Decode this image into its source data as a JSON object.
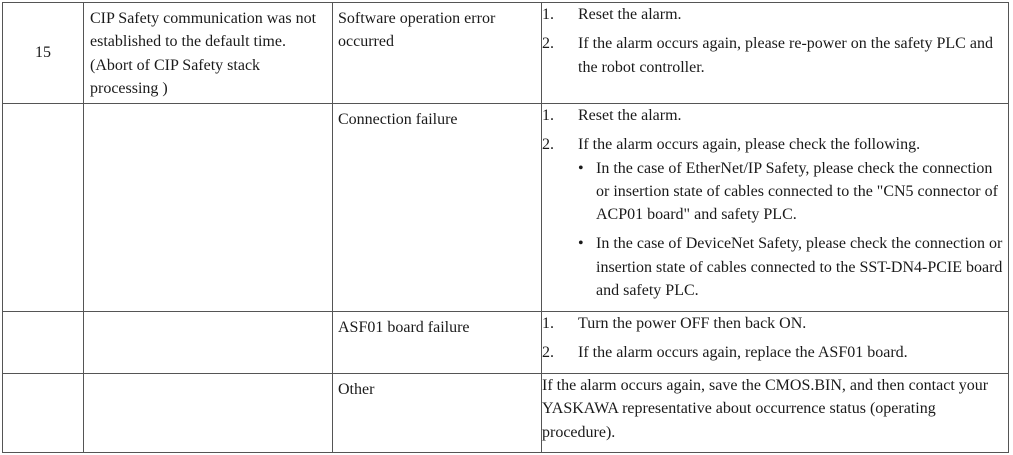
{
  "alarm": {
    "number": "15",
    "cause": "CIP Safety communication was not established to the default time.(Abort of CIP Safety stack processing )",
    "rows": [
      {
        "detail": "Software operation error occurred",
        "steps": [
          {
            "num": "1.",
            "text": "Reset the alarm."
          },
          {
            "num": "2.",
            "text": "If the alarm occurs again, please re-power on the safety PLC and the robot controller."
          }
        ]
      },
      {
        "detail": "Connection failure",
        "steps": [
          {
            "num": "1.",
            "text": "Reset the alarm."
          },
          {
            "num": "2.",
            "text": "If the alarm occurs again, please check the following."
          }
        ],
        "bullets": [
          {
            "mark": "•",
            "text": "In the case of EtherNet/IP Safety, please check the connection or insertion state of cables connected to the \"CN5 connector of ACP01 board\" and safety PLC."
          },
          {
            "mark": "•",
            "text": "In the case of DeviceNet Safety, please check the connection or insertion state of cables connected to the SST-DN4-PCIE board and safety PLC."
          }
        ]
      },
      {
        "detail": "ASF01 board failure",
        "steps": [
          {
            "num": "1.",
            "text": "Turn the power OFF then back ON."
          },
          {
            "num": "2.",
            "text": "If the alarm occurs again, replace the ASF01 board."
          }
        ]
      },
      {
        "detail": "Other",
        "remedy": "If the alarm occurs again, save the CMOS.BIN, and then contact your YASKAWA representative about occurrence status (operating procedure)."
      }
    ]
  }
}
